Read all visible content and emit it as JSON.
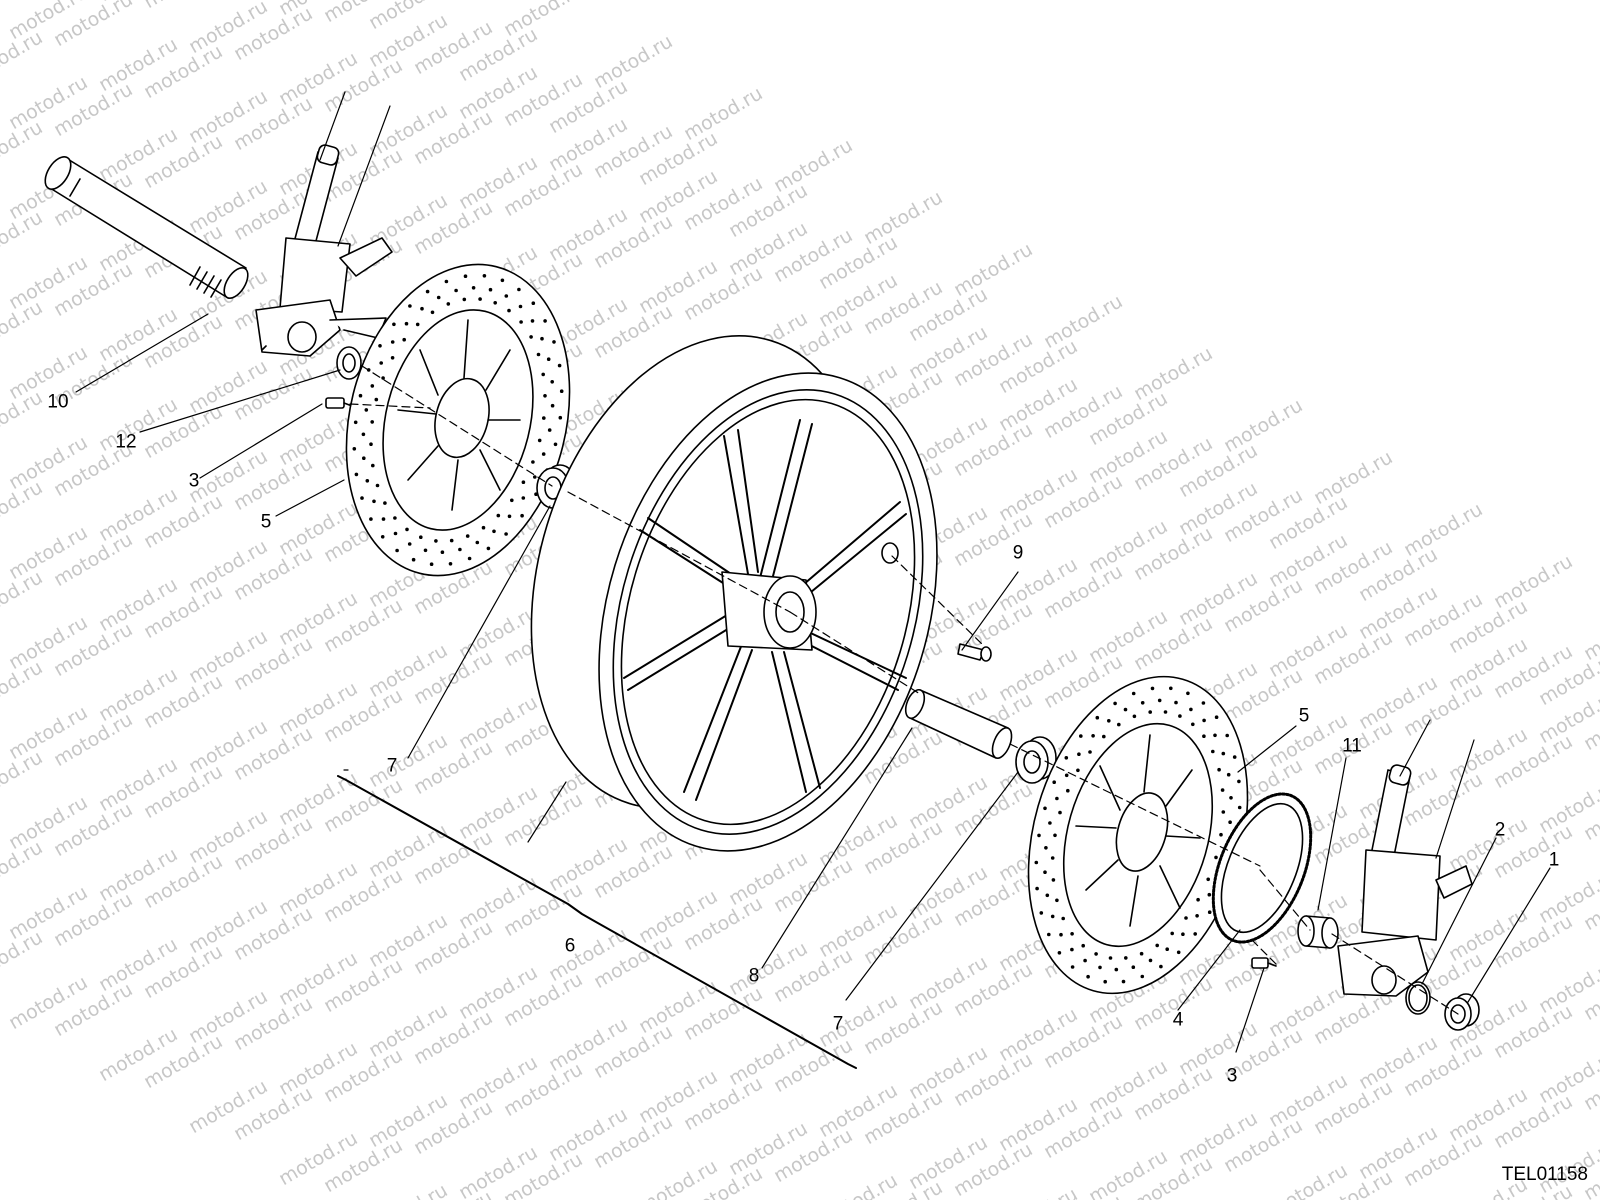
{
  "drawing_code": "TEL01158",
  "watermark": "motod.ru",
  "callouts": {
    "c1": "1",
    "c2": "2",
    "c3a": "3",
    "c3b": "3",
    "c4": "4",
    "c5a": "5",
    "c5b": "5",
    "c6": "6",
    "c7a": "7",
    "c7b": "7",
    "c8": "8",
    "c9": "9",
    "c10": "10",
    "c11": "11",
    "c12": "12"
  },
  "colors": {
    "ink": "#000000",
    "watermark": "#c7c7c7",
    "background": "#ffffff"
  }
}
